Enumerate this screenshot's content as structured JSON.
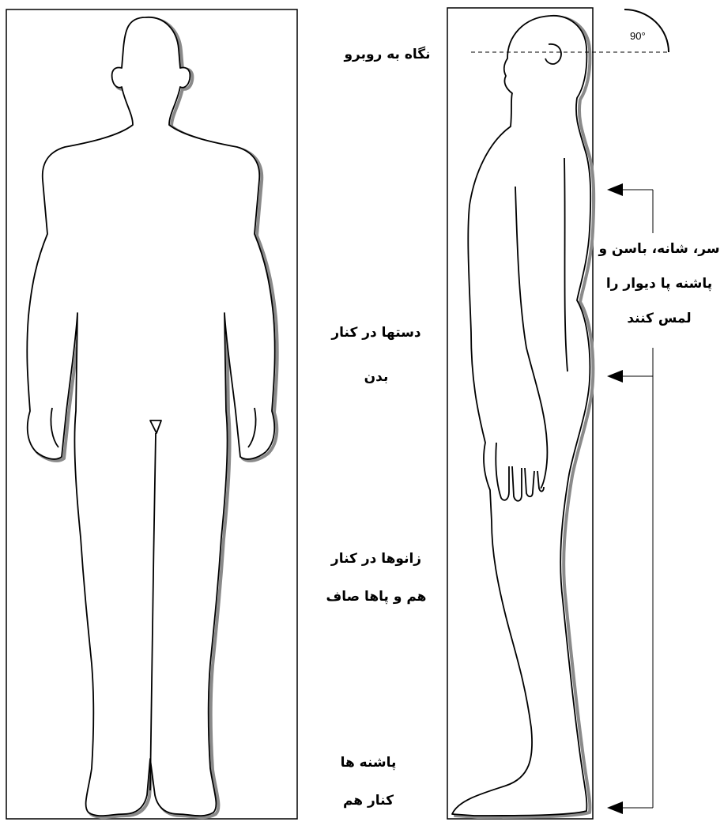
{
  "angle_label": "90°",
  "labels": {
    "look_forward": "نگاه به روبرو",
    "touch_wall": [
      "سر، شانه، باسن و",
      "پاشنه پا دیوار را",
      "لمس کنند"
    ],
    "arms": [
      "دستها در کنار",
      "بدن"
    ],
    "knees": [
      "زانوها در کنار",
      "هم و پاها صاف"
    ],
    "heels": [
      "پاشنه ها",
      "کنار هم"
    ]
  }
}
